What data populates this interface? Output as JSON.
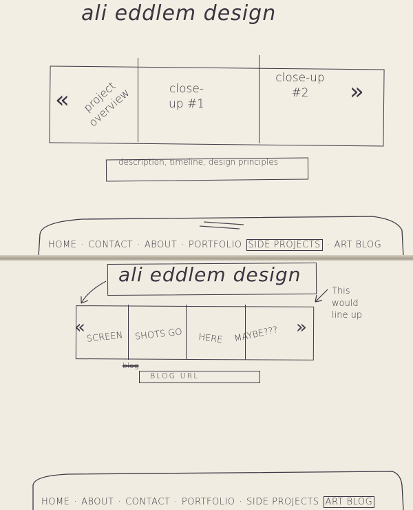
{
  "sketch1": {
    "title": "ali eddlem design",
    "carousel": {
      "left_arrow": "«",
      "right_arrow": "»",
      "panels": [
        {
          "label": "project overview"
        },
        {
          "label": "close-up #1"
        },
        {
          "label": "close-up #2"
        }
      ]
    },
    "description": "description, timeline, design principles",
    "nav": {
      "items": [
        "HOME",
        "CONTACT",
        "ABOUT",
        "PORTFOLIO",
        "SIDE PROJECTS",
        "ART BLOG"
      ],
      "separator": "·",
      "selected": "SIDE PROJECTS"
    }
  },
  "sketch2": {
    "title": "ali eddlem design",
    "annotation": "This would line up",
    "carousel": {
      "left_arrow": "«",
      "right_arrow": "»",
      "panels": [
        {
          "label": "SCREEN"
        },
        {
          "label": "SHOTS GO"
        },
        {
          "label": "HERE"
        },
        {
          "label": "MAYBE???"
        }
      ]
    },
    "strikethrough": "blog",
    "blog_url": "BLOG URL",
    "nav": {
      "items": [
        "HOME",
        "ABOUT",
        "CONTACT",
        "PORTFOLIO",
        "SIDE PROJECTS",
        "ART BLOG"
      ],
      "separator": "·",
      "selected": "ART BLOG"
    }
  },
  "colors": {
    "ink": "#3a3540",
    "paper": "#f3eee3"
  }
}
